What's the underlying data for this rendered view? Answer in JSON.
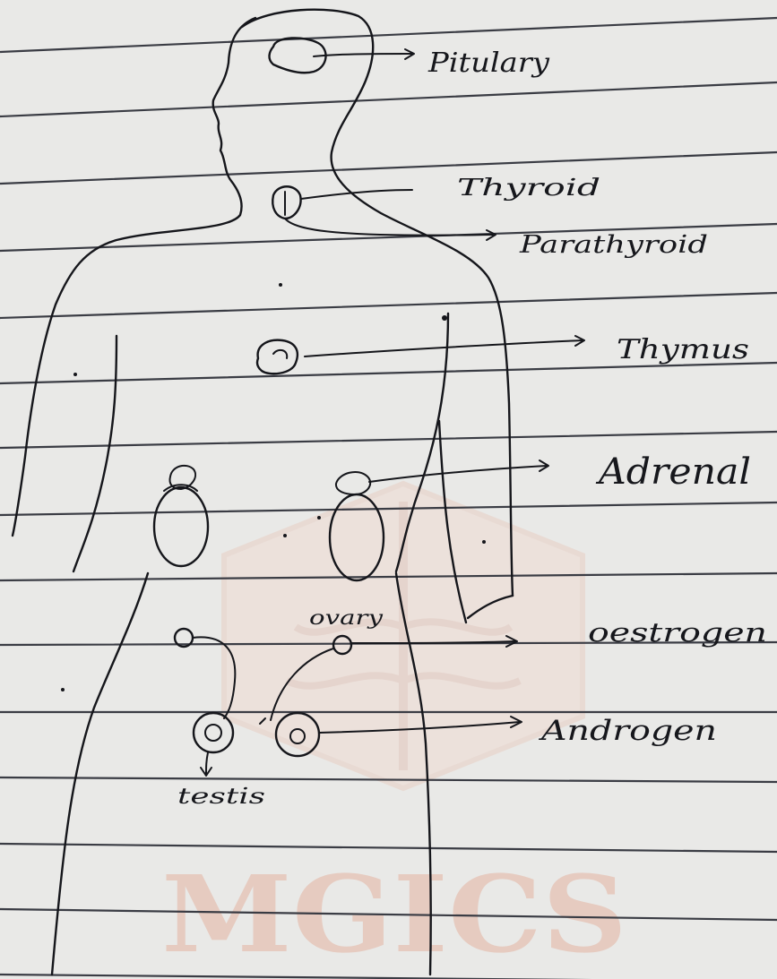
{
  "diagram": {
    "labels": {
      "pituitary": "Pitulary",
      "thyroid": "Thyroid",
      "parathyroid": "Parathyroid",
      "thymus": "Thymus",
      "adrenal": "Adrenal",
      "ovary": "ovary",
      "oestrogen": "oestrogen",
      "androgen": "Androgen",
      "testis": "testis"
    },
    "watermark": "MGICS",
    "colors": {
      "paper": "#e9e9e7",
      "rule_lines": "#3a3c44",
      "ink": "#15161b",
      "watermark": "#e6cbc0"
    }
  }
}
